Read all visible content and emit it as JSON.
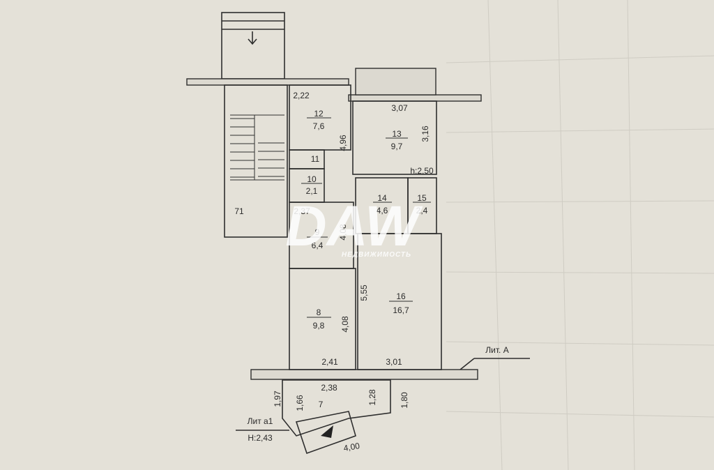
{
  "plan": {
    "rooms": [
      {
        "number": "12",
        "area": "7,6"
      },
      {
        "number": "13",
        "area": "9,7"
      },
      {
        "number": "11"
      },
      {
        "number": "10",
        "area": "2,1"
      },
      {
        "number": "14",
        "area": "4,6"
      },
      {
        "number": "15",
        "area": "2,4"
      },
      {
        "number": "9",
        "area": "6,4"
      },
      {
        "number": "8",
        "area": "9,8"
      },
      {
        "number": "16",
        "area": "16,7"
      },
      {
        "number": "7"
      }
    ],
    "dimensions": {
      "d222": "2,22",
      "d307": "3,07",
      "d316": "3,16",
      "d496": "4,96",
      "h250": "h:2,50",
      "d71": "71",
      "d237": "2,37",
      "d408a": "4,08",
      "d555": "5,55",
      "d408b": "4,08",
      "d241": "2,41",
      "d301": "3,01",
      "d238": "2,38",
      "d197": "1,97",
      "d166": "1,66",
      "d128": "1,28",
      "d180": "1,80",
      "d400": "4,00"
    },
    "labels": {
      "lit_a": "Лит. А",
      "lit_a1": "Лит  а1",
      "height_a1": "Н:2,43"
    }
  },
  "watermark": {
    "logo": "DAW",
    "subtitle": "НЕДВИЖИМОСТЬ"
  }
}
